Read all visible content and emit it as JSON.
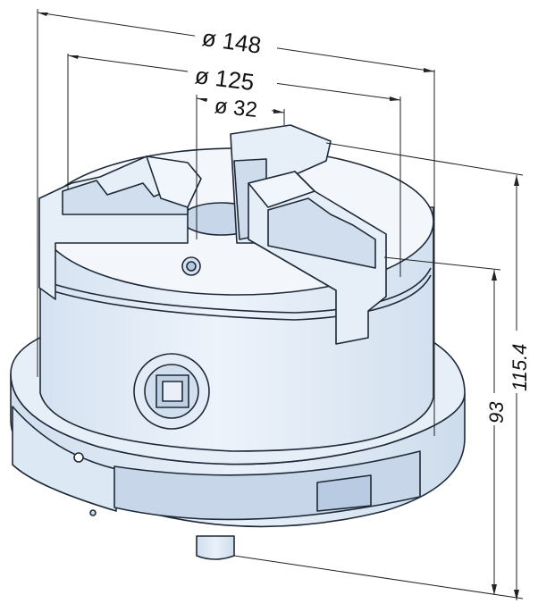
{
  "dimensions": {
    "outer_diameter": "ø 148",
    "middle_diameter": "ø 125",
    "bore_diameter": "ø 32",
    "height_body": "93",
    "height_total": "115.4"
  },
  "colors": {
    "body_fill": "#e3edf8",
    "body_top": "#eef4fb",
    "shade": "#c9d8ea",
    "line": "#1f2a38"
  }
}
